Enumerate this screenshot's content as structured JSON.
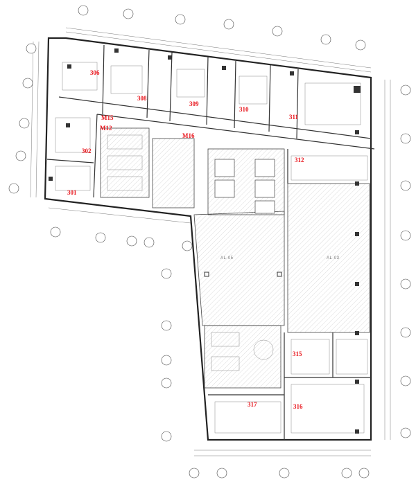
{
  "title": "Third floor plan",
  "rooms": [
    {
      "id": "306",
      "label": "306"
    },
    {
      "id": "308",
      "label": "308"
    },
    {
      "id": "309",
      "label": "309"
    },
    {
      "id": "310",
      "label": "310"
    },
    {
      "id": "311",
      "label": "311"
    },
    {
      "id": "302",
      "label": "302"
    },
    {
      "id": "301",
      "label": "301"
    },
    {
      "id": "312",
      "label": "312"
    },
    {
      "id": "315",
      "label": "315"
    },
    {
      "id": "317",
      "label": "317"
    },
    {
      "id": "316",
      "label": "316"
    }
  ],
  "mech_rooms": [
    {
      "label": "M15"
    },
    {
      "label": "M12"
    },
    {
      "label": "M16"
    }
  ],
  "zones": [
    {
      "label": "AL-05"
    },
    {
      "label": "AL-03"
    }
  ],
  "colors": {
    "room_label": "#e8141b",
    "line": "#222222",
    "hatch": "#bbbbbb"
  }
}
